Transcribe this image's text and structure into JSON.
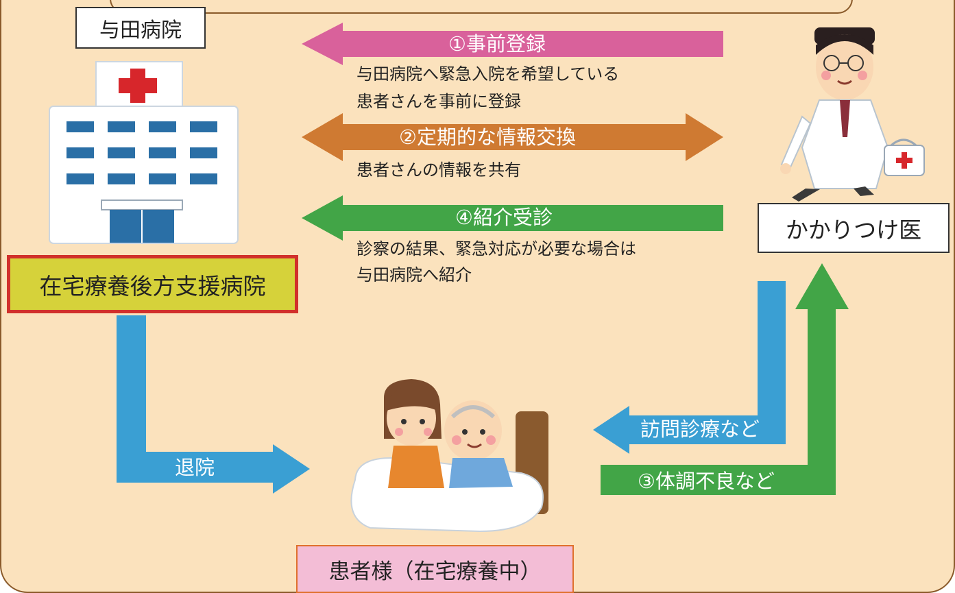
{
  "hospital_name": "与田病院",
  "hospital_role": "在宅療養後方支援病院",
  "doctor": "かかりつけ医",
  "patient": "患者様（在宅療養中）",
  "flows": {
    "registration": {
      "title": "①事前登録",
      "desc_1": "与田病院へ緊急入院を希望している",
      "desc_2": "患者さんを事前に登録"
    },
    "info_exchange": {
      "title": "②定期的な情報交換",
      "desc_1": "患者さんの情報を共有"
    },
    "referral": {
      "title": "④紹介受診",
      "desc_1": "診察の結果、緊急対応が必要な場合は",
      "desc_2": "与田病院へ紹介"
    },
    "discharge": "退院",
    "home_visit": "訪問診療など",
    "unwell": "③体調不良など"
  },
  "colors": {
    "background": "#fbe2bd",
    "pink_arrow": "#d9619b",
    "orange_arrow": "#cf7a32",
    "green_arrow": "#42a547",
    "blue_arrow": "#3a9fd3",
    "role_box_fill": "#d6d23a",
    "role_box_border": "#d1302b",
    "patient_box_fill": "#f3bdd6",
    "patient_box_border": "#e0702c"
  },
  "icons": [
    "hospital-building-icon",
    "doctor-icon",
    "patient-with-caregiver-icon"
  ]
}
